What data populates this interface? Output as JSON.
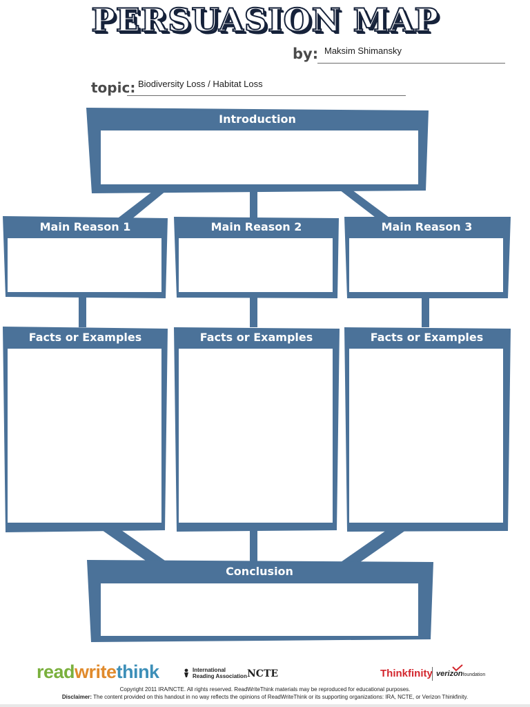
{
  "title": "PERSUASION MAP",
  "by": {
    "label": "by:",
    "value": "Maksim Shimansky"
  },
  "topic": {
    "label": "topic:",
    "value": "Biodiversity Loss / Habitat Loss"
  },
  "sections": {
    "introduction": "Introduction",
    "reasons": [
      "Main Reason 1",
      "Main Reason 2",
      "Main Reason 3"
    ],
    "facts": [
      "Facts or Examples",
      "Facts or Examples",
      "Facts or Examples"
    ],
    "conclusion": "Conclusion"
  },
  "colors": {
    "frame": "#4b7299",
    "title_outline": "#16223a"
  },
  "footer": {
    "logo": {
      "part1": "read",
      "part2": "write",
      "part3": "think"
    },
    "ira": {
      "line1": "International",
      "line2": "Reading Association"
    },
    "ncte": "NCTE",
    "thinkfinity": "Thinkfinity",
    "verizon": {
      "brand": "verizon",
      "sub": "foundation"
    },
    "copyright": "Copyright 2011 IRA/NCTE. All rights reserved. ReadWriteThink materials may be reproduced for educational purposes.",
    "disclaimer_label": "Disclaimer:",
    "disclaimer_text": " The content provided on this handout in no way reflects the opinions of ReadWriteThink or its supporting organizations: IRA, NCTE, or Verizon Thinkfinity."
  }
}
